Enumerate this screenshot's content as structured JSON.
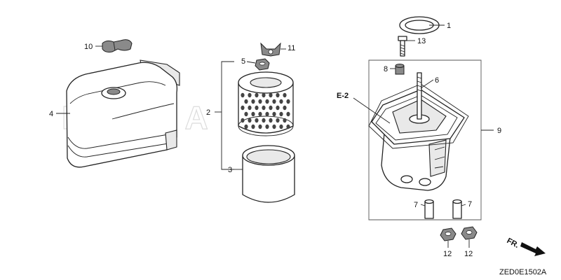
{
  "diagram": {
    "callouts": {
      "p1": "1",
      "p2": "2",
      "p3": "3",
      "p4": "4",
      "p5": "5",
      "p6": "6",
      "p7a": "7",
      "p7b": "7",
      "p8": "8",
      "p9": "9",
      "p10": "10",
      "p11": "11",
      "p12a": "12",
      "p12b": "12",
      "p13": "13"
    },
    "reference": "E-2",
    "direction": "FR.",
    "drawing_code": "ZED0E1502A",
    "watermark": "HONDA"
  }
}
